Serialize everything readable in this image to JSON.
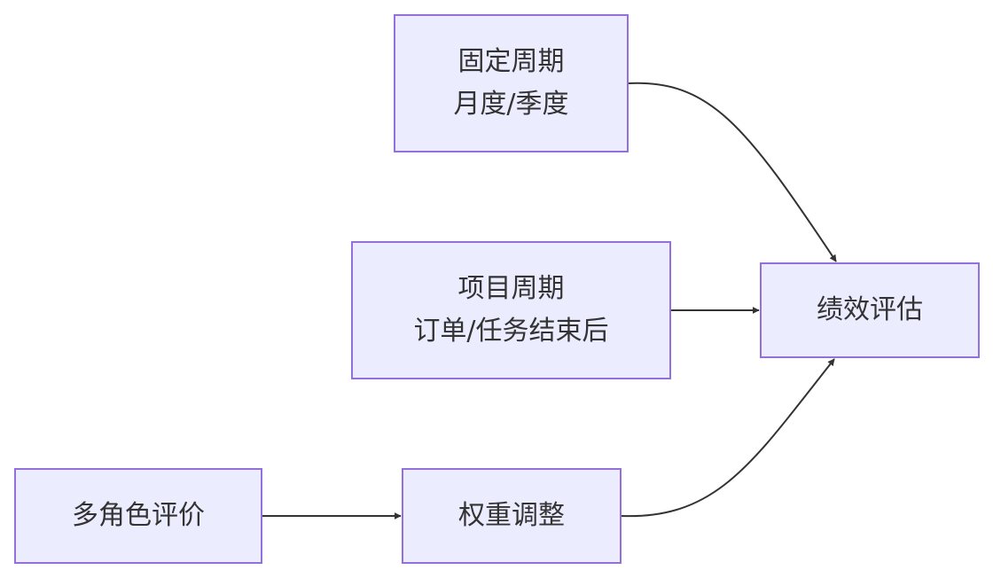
{
  "diagram": {
    "colors": {
      "node_fill": "#ececff",
      "node_border": "#9370db",
      "edge": "#333333",
      "text": "#333333"
    },
    "nodes": {
      "fixed_cycle": {
        "line1": "固定周期",
        "line2": "月度/季度"
      },
      "project_cycle": {
        "line1": "项目周期",
        "line2": "订单/任务结束后"
      },
      "multi_role": {
        "label": "多角色评价"
      },
      "weight_adjust": {
        "label": "权重调整"
      },
      "performance_eval": {
        "label": "绩效评估"
      }
    },
    "edges": [
      {
        "from": "fixed_cycle",
        "to": "performance_eval"
      },
      {
        "from": "project_cycle",
        "to": "performance_eval"
      },
      {
        "from": "multi_role",
        "to": "weight_adjust"
      },
      {
        "from": "weight_adjust",
        "to": "performance_eval"
      }
    ]
  }
}
